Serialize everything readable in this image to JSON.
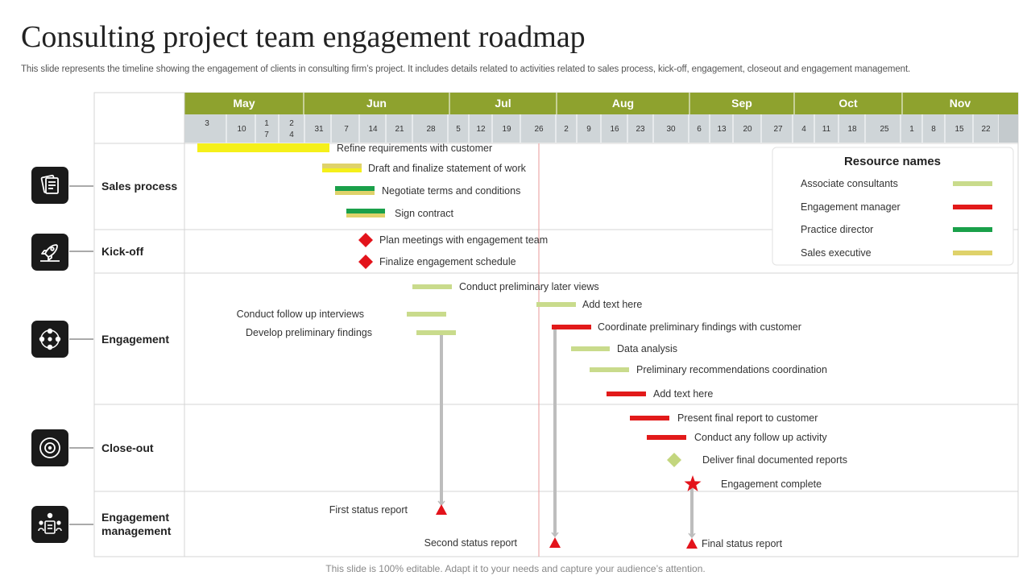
{
  "title": "Consulting project team engagement roadmap",
  "subtitle": "This slide represents the timeline showing the engagement of clients in consulting firm’s project. It includes details related to activities related to sales process, kick-off, engagement, closeout and engagement management.",
  "footer": "This slide is 100% editable. Adapt it to your needs and capture your audience’s attention.",
  "colors": {
    "header_green": "#8ea22e",
    "week_row": "#cfd5d8",
    "associate_consultants": "#c9db8c",
    "engagement_manager": "#e21a1a",
    "practice_director": "#1aa04a",
    "sales_executive": "#dfd26a",
    "sign_contract_yellow": "#f5f01a",
    "diamond_red": "#e3131b",
    "diamond_green": "#c3d67e",
    "today_line": "#e89a9a",
    "connector": "#bdbdbd"
  },
  "months": [
    "May",
    "Jun",
    "Jul",
    "Aug",
    "Sep",
    "Oct",
    "Nov"
  ],
  "weeks": [
    "3",
    "10",
    "1\n7",
    "2\n4",
    "31",
    "7",
    "14",
    "21",
    "28",
    "5",
    "12",
    "19",
    "26",
    "2",
    "9",
    "16",
    "23",
    "30",
    "6",
    "13",
    "20",
    "27",
    "4",
    "11",
    "18",
    "25",
    "1",
    "8",
    "15",
    "22"
  ],
  "phases": [
    {
      "name": "Sales process",
      "icon": "document-icon"
    },
    {
      "name": "Kick-off",
      "icon": "rocket-icon"
    },
    {
      "name": "Engagement",
      "icon": "team-network-icon"
    },
    {
      "name": "Close-out",
      "icon": "target-icon"
    },
    {
      "name": "Engagement management",
      "icon": "manager-icon"
    }
  ],
  "tasks": [
    {
      "label": "Refine requirements with customer",
      "kind": "bar",
      "color": "sign_contract_yellow",
      "phase": "Sales process"
    },
    {
      "label": "Draft and finalize statement of work",
      "kind": "bar",
      "color": "sales_executive",
      "phase": "Sales process"
    },
    {
      "label": "Negotiate terms and conditions",
      "kind": "bar",
      "color": "practice_director",
      "phase": "Sales process"
    },
    {
      "label": "Sign contract",
      "kind": "bar",
      "color": "practice_director",
      "phase": "Sales process"
    },
    {
      "label": "Plan meetings with engagement team",
      "kind": "diamond",
      "color": "diamond_red",
      "phase": "Kick-off"
    },
    {
      "label": "Finalize engagement schedule",
      "kind": "diamond",
      "color": "diamond_red",
      "phase": "Kick-off"
    },
    {
      "label": "Conduct preliminary later views",
      "kind": "bar",
      "color": "associate_consultants",
      "phase": "Engagement"
    },
    {
      "label": "Conduct follow up interviews",
      "kind": "bar",
      "color": "associate_consultants",
      "phase": "Engagement"
    },
    {
      "label": "Develop preliminary findings",
      "kind": "bar",
      "color": "associate_consultants",
      "phase": "Engagement"
    },
    {
      "label": "Add text here",
      "kind": "bar",
      "color": "associate_consultants",
      "phase": "Engagement"
    },
    {
      "label": "Coordinate preliminary findings with customer",
      "kind": "bar",
      "color": "engagement_manager",
      "phase": "Engagement"
    },
    {
      "label": "Data analysis",
      "kind": "bar",
      "color": "associate_consultants",
      "phase": "Engagement"
    },
    {
      "label": "Preliminary recommendations coordination",
      "kind": "bar",
      "color": "associate_consultants",
      "phase": "Engagement"
    },
    {
      "label": "Add text here",
      "kind": "bar",
      "color": "engagement_manager",
      "phase": "Engagement"
    },
    {
      "label": "Present final report to customer",
      "kind": "bar",
      "color": "engagement_manager",
      "phase": "Close-out"
    },
    {
      "label": "Conduct any follow up activity",
      "kind": "bar",
      "color": "engagement_manager",
      "phase": "Close-out"
    },
    {
      "label": "Deliver final documented reports",
      "kind": "diamond",
      "color": "diamond_green",
      "phase": "Close-out"
    },
    {
      "label": "Engagement complete",
      "kind": "star",
      "color": "diamond_red",
      "phase": "Close-out"
    },
    {
      "label": "First status report",
      "kind": "triangle",
      "color": "diamond_red",
      "phase": "Engagement management"
    },
    {
      "label": "Second status report",
      "kind": "triangle",
      "color": "diamond_red",
      "phase": "Engagement management"
    },
    {
      "label": "Final status report",
      "kind": "triangle",
      "color": "diamond_red",
      "phase": "Engagement management"
    }
  ],
  "legend": {
    "title": "Resource names",
    "items": [
      {
        "label": "Associate consultants",
        "color": "associate_consultants"
      },
      {
        "label": "Engagement manager",
        "color": "engagement_manager"
      },
      {
        "label": "Practice director",
        "color": "practice_director"
      },
      {
        "label": "Sales executive",
        "color": "sales_executive"
      }
    ]
  }
}
